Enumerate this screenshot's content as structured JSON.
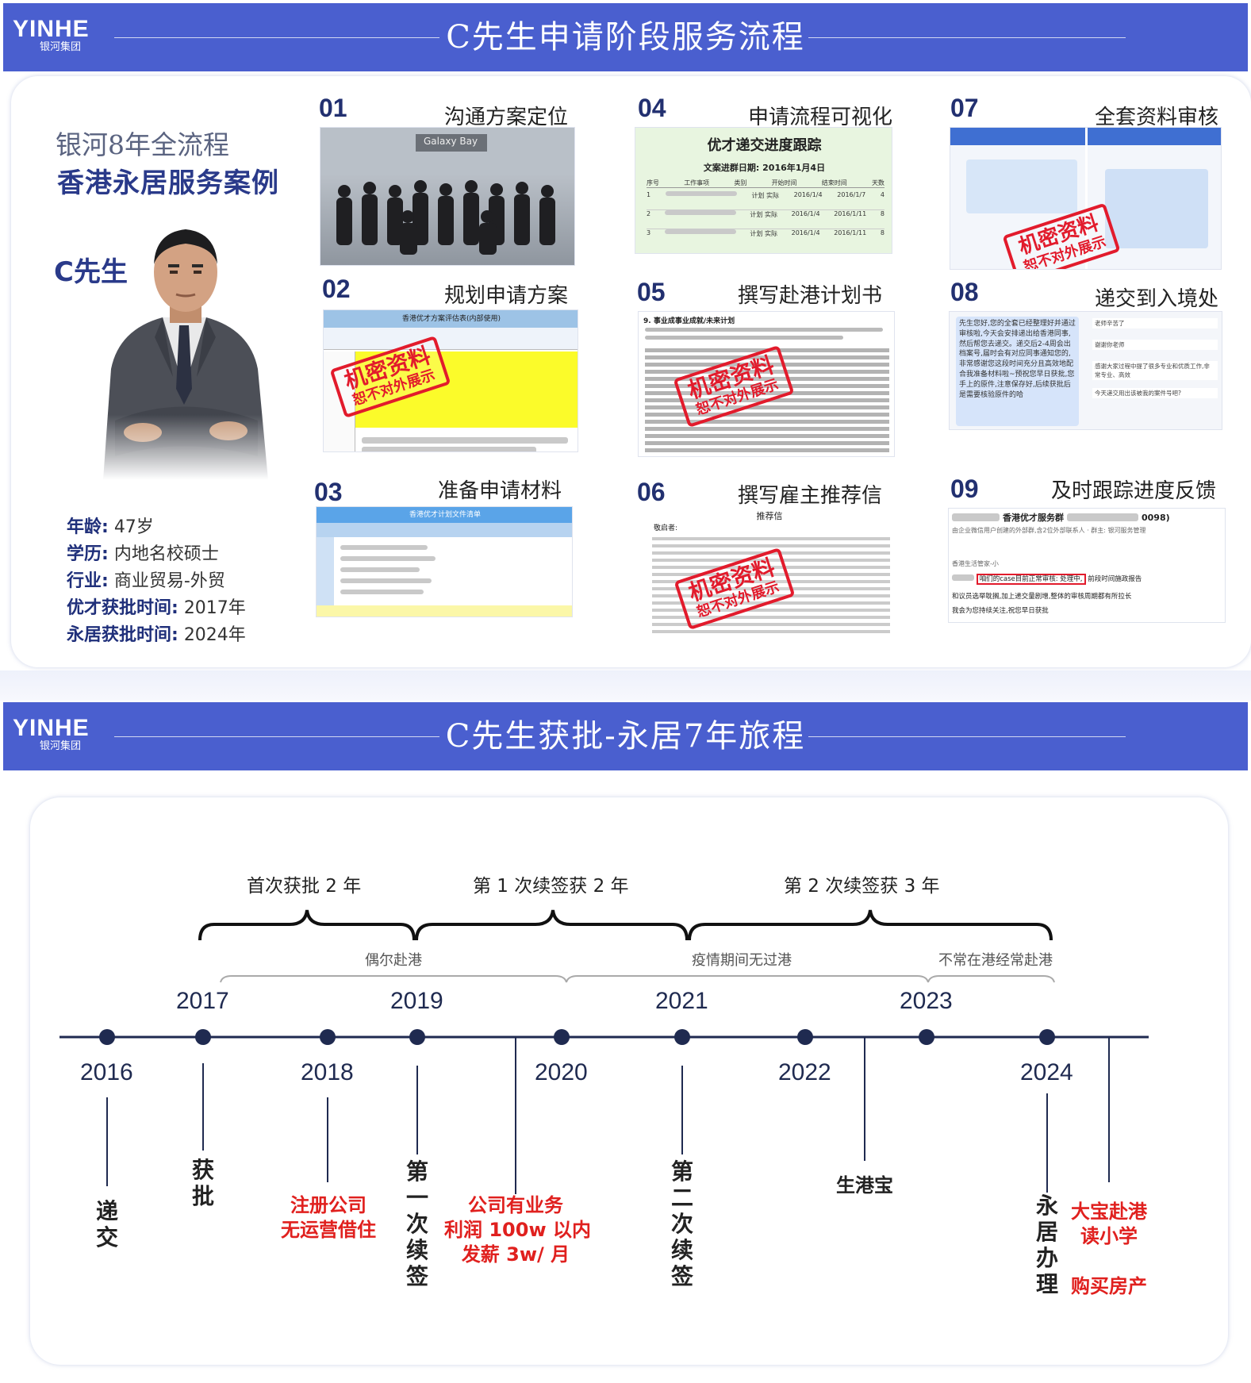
{
  "brand": {
    "logo": "YINHE",
    "logo_sub": "银河集团"
  },
  "section1": {
    "title": "C先生申请阶段服务流程",
    "intro_line1": "银河8年全流程",
    "intro_line2": "香港永居服务案例",
    "client_name": "C先生",
    "facts": [
      {
        "key": "年龄:",
        "value": "47岁"
      },
      {
        "key": "学历:",
        "value": "内地名校硕士"
      },
      {
        "key": "行业:",
        "value": "商业贸易-外贸"
      },
      {
        "key": "优才获批时间:",
        "value": "2017年"
      },
      {
        "key": "永居获批时间:",
        "value": "2024年"
      }
    ],
    "steps": [
      {
        "num": "01",
        "label": "沟通方案定位"
      },
      {
        "num": "02",
        "label": "规划申请方案"
      },
      {
        "num": "03",
        "label": "准备申请材料"
      },
      {
        "num": "04",
        "label": "申请流程可视化"
      },
      {
        "num": "05",
        "label": "撰写赴港计划书"
      },
      {
        "num": "06",
        "label": "撰写雇主推荐信"
      },
      {
        "num": "07",
        "label": "全套资料审核"
      },
      {
        "num": "08",
        "label": "递交到入境处"
      },
      {
        "num": "09",
        "label": "及时跟踪进度反馈"
      }
    ],
    "stamp": {
      "main": "机密资料",
      "sub": "恕不对外展示"
    },
    "thumb_texts": {
      "t01_banner": "Galaxy Bay",
      "t04_title": "优才递交进度跟踪",
      "t04_date": "文案进群日期: 2016年1月4日",
      "t04_headers": [
        "序号",
        "工作事项",
        "类别",
        "开始时间",
        "结束时间",
        "天数"
      ],
      "t04_rows": [
        [
          "1",
          "计划 实际",
          "2016/1/4",
          "2016/1/7",
          "4"
        ],
        [
          "2",
          "计划 实际",
          "2016/1/4",
          "2016/1/11",
          "8"
        ],
        [
          "3",
          "计划 实际",
          "2016/1/4",
          "2016/1/11",
          "8"
        ]
      ],
      "t02_title": "香港优才方案评估表(内部使用)",
      "t03_title": "香港优才计划文件清单",
      "t05_heading": "9. 事业成事业成就/未来计划",
      "t06_heading": "推荐信",
      "t06_salute": "敬启者:",
      "t08_msgs": [
        "老师辛苦了",
        "谢谢你老师",
        "感谢大家过程中提了很多专业和优质工作,非常专业、高效",
        "今天递交用出该被我的案件号吧?"
      ],
      "t08_main": "先生您好,您的全套已经整理好并通过审核啦,今天会安排递出给香港同事,然后帮您去递交。递交后2-4周会出档案号,届时会有对应同事通知您的,非常感谢您这段时间充分且高效地配合我准备材料啦~预祝您早日获批,您手上的原件,注意保存好,后续获批后是需要核验原件的哈",
      "t09_group": "香港优才服务群",
      "t09_group_suffix": "0098)",
      "t09_sub": "由企业微信用户创建的外部群,含2位外部联系人 · 群主: 银河服务管理",
      "t09_sender": "香港生活管家-小",
      "t09_highlight": "咱们的case目前正常审核: 处理中,",
      "t09_rest1": "前段时间施政报告",
      "t09_line2": "和议员选举耽搁,加上递交量剧增,整体的审核周期都有所拉长",
      "t09_line3": "我会为您持续关注,祝您早日获批"
    }
  },
  "section2": {
    "title": "C先生获批-永居7年旅程",
    "brackets": [
      {
        "label": "首次获批 2 年"
      },
      {
        "label": "第 1 次续签获 2 年"
      },
      {
        "label": "第 2 次续签获 3 年"
      }
    ],
    "sub_periods": [
      "偶尔赴港",
      "疫情期间无过港",
      "不常在港经常赴港"
    ],
    "years_top": [
      "2017",
      "2019",
      "2021",
      "2023"
    ],
    "years_bottom": [
      "2016",
      "2018",
      "2020",
      "2022",
      "2024"
    ],
    "events": {
      "submit": "递交",
      "approved": "获批",
      "company_line1": "注册公司",
      "company_line2": "无运营借住",
      "renew1": "第一次续签",
      "business_line1": "公司有业务",
      "business_line2": "利润 100w 以内",
      "business_line3": "发薪 3w/ 月",
      "renew2": "第二次续签",
      "baby": "生港宝",
      "pr": "永居办理",
      "kid_line1": "大宝赴港",
      "kid_line2": "读小学",
      "property": "购买房产"
    },
    "colors": {
      "accent_red": "#e0201e",
      "timeline": "#1f2a50",
      "banner": "#4a5fcf"
    }
  }
}
